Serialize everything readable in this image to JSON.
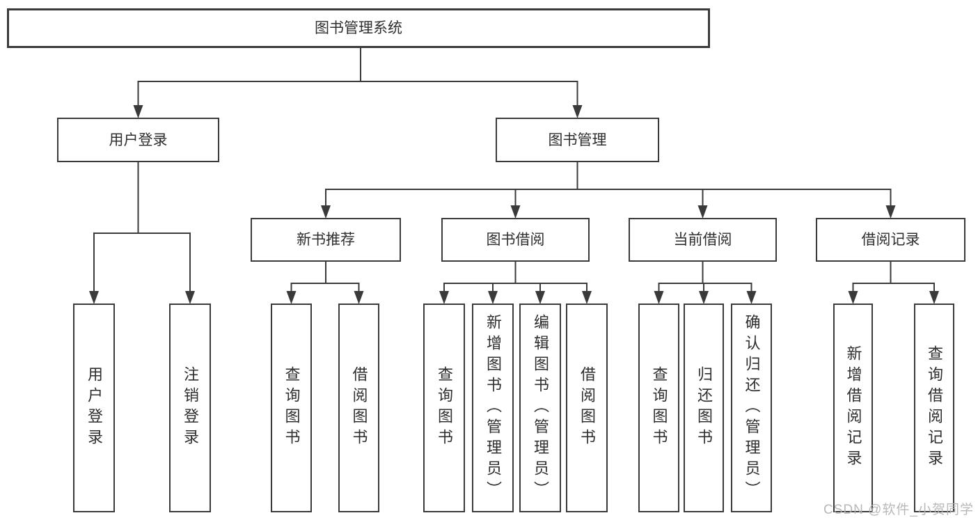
{
  "tree": {
    "root": {
      "label": "图书管理系统",
      "children": [
        {
          "label": "用户登录",
          "children": [
            {
              "label": "用户登录"
            },
            {
              "label": "注销登录"
            }
          ]
        },
        {
          "label": "图书管理",
          "children": [
            {
              "label": "新书推荐",
              "children": [
                {
                  "label": "查询图书"
                },
                {
                  "label": "借阅图书"
                }
              ]
            },
            {
              "label": "图书借阅",
              "children": [
                {
                  "label": "查询图书"
                },
                {
                  "label": "新增图书（管理员）"
                },
                {
                  "label": "编辑图书（管理员）"
                },
                {
                  "label": "借阅图书"
                }
              ]
            },
            {
              "label": "当前借阅",
              "children": [
                {
                  "label": "查询图书"
                },
                {
                  "label": "归还图书"
                },
                {
                  "label": "确认归还（管理员）"
                }
              ]
            },
            {
              "label": "借阅记录",
              "children": [
                {
                  "label": "新增借阅记录"
                },
                {
                  "label": "查询借阅记录"
                }
              ]
            }
          ]
        }
      ]
    }
  },
  "watermark": "CSDN @软件_小贺同学",
  "colors": {
    "line": "#3a3a3a",
    "text": "#2e2e2e",
    "watermark": "#b2b2b2",
    "background": "#ffffff"
  }
}
